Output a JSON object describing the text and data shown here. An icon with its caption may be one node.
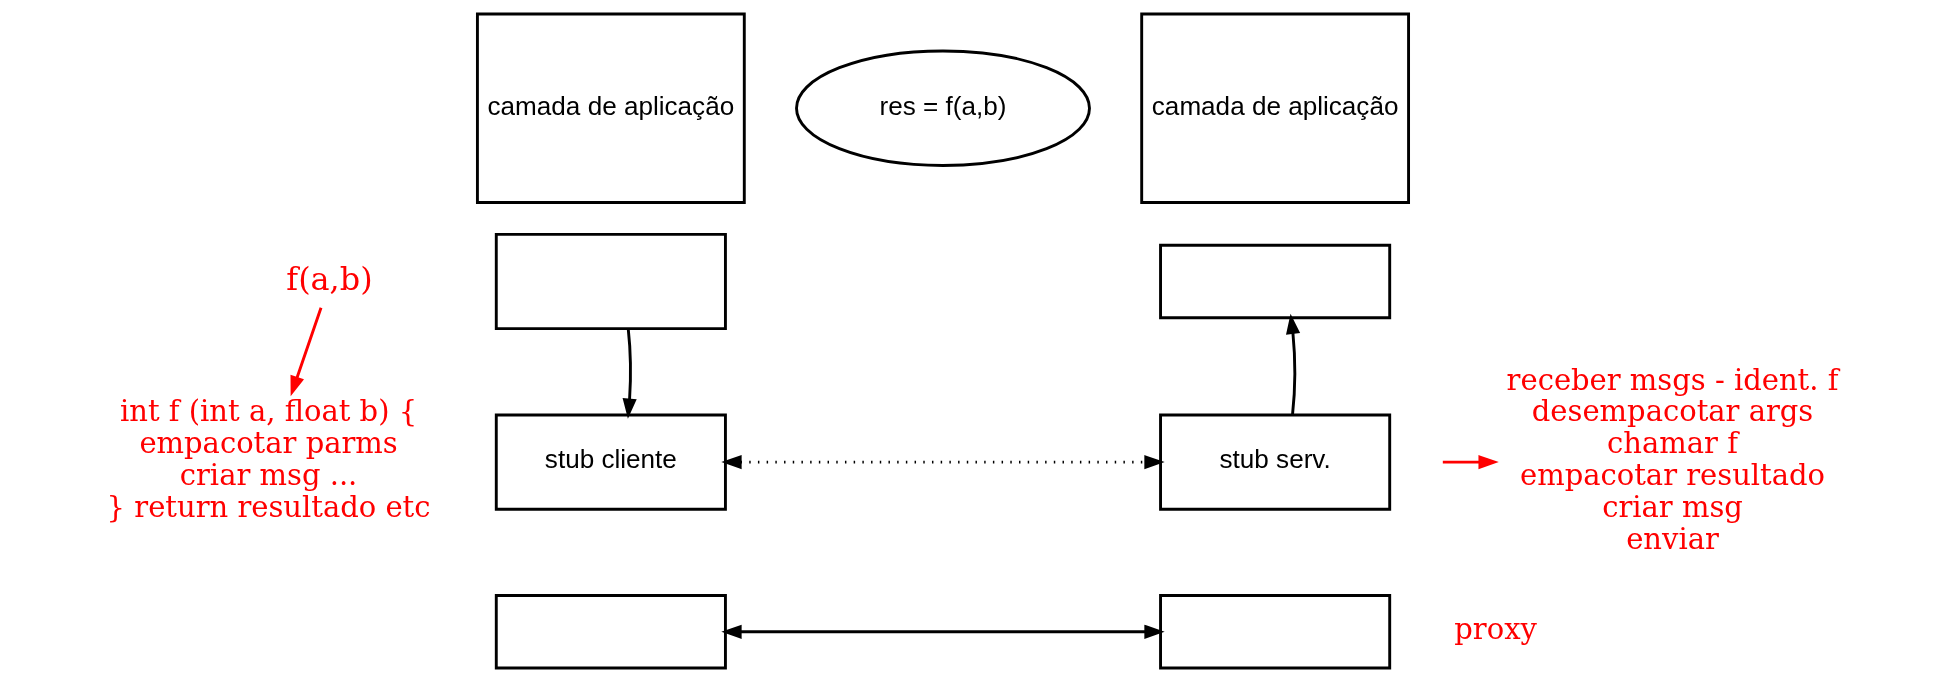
{
  "diagram": {
    "nodes": [
      {
        "text": [
          "camada de aplicação"
        ]
      },
      {
        "text": [],
        "shape": "box"
      },
      {
        "text": [
          "stub cliente"
        ]
      },
      {
        "text": [],
        "shape": "box"
      },
      {
        "text": [
          "res = f(a,b)"
        ]
      },
      {
        "text": [
          "camada de aplicação"
        ]
      },
      {
        "text": [],
        "shape": "box"
      },
      {
        "text": [
          "stub serv."
        ]
      },
      {
        "text": [],
        "shape": "box"
      },
      {
        "text": [
          "f(a,b)"
        ]
      },
      {
        "text": [
          "int f (int a, float b) {",
          "empacotar parms",
          "criar msg ...",
          "} return resultado etc"
        ]
      },
      {
        "text": [
          "receber msgs - ident. f",
          "desempacotar args",
          "chamar f",
          "empacotar resultado",
          "criar msg",
          "enviar"
        ]
      }
    ],
    "edges": [
      {
        "from": 1,
        "to": 2,
        "arrow": "to"
      },
      {
        "from": 7,
        "to": 6,
        "arrow": "to"
      },
      {
        "from": 2,
        "to": 7,
        "arrow": "both",
        "style": "dashed"
      },
      {
        "from": 3,
        "to": 8,
        "arrow": "both"
      },
      {
        "from": 9,
        "to": 10,
        "arrow": "to",
        "color": "#ff0000"
      },
      {
        "from": null,
        "to": 11,
        "arrow": "to",
        "color": "#ff0000"
      }
    ],
    "labels": [
      "proxy"
    ]
  }
}
